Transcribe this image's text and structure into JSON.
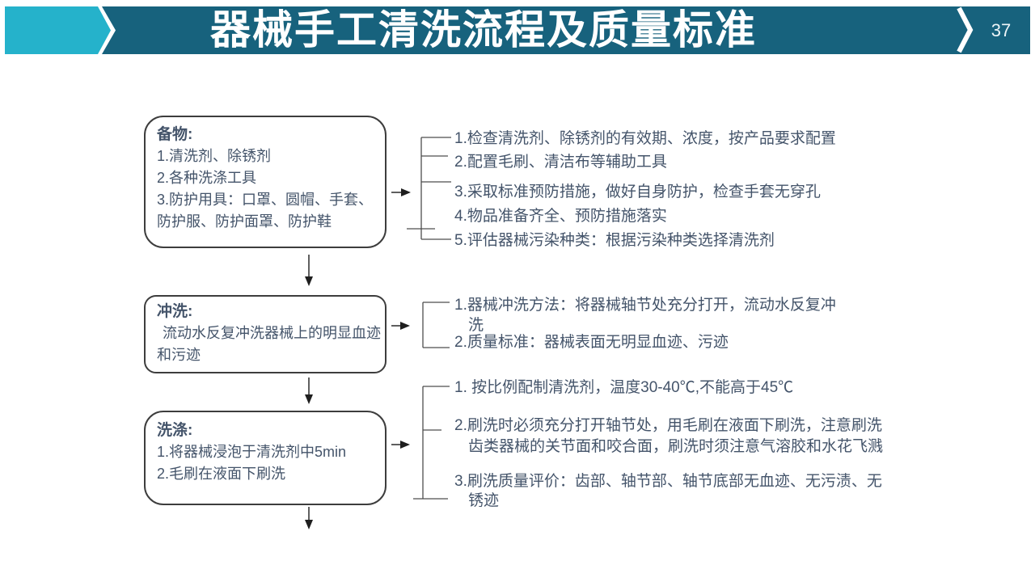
{
  "header": {
    "title": "器械手工清洗流程及质量标准",
    "page_number": "37",
    "colors": {
      "accent_light_teal": "#25B2CB",
      "accent_dark_teal": "#17627D",
      "title_text": "#FFFFFF"
    }
  },
  "flow": {
    "text_color": "#44546A",
    "steps": [
      {
        "title": "备物:",
        "body": "1.清洗剂、除锈剂\n2.各种洗涤工具\n3.防护用具：口罩、圆帽、手套、\n防护服、防护面罩、防护鞋",
        "notes": [
          "1.检查清洗剂、除锈剂的有效期、浓度，按产品要求配置",
          "2.配置毛刷、清洁布等辅助工具",
          "3.采取标准预防措施，做好自身防护，检查手套无穿孔",
          "4.物品准备齐全、预防措施落实",
          "5.评估器械污染种类：根据污染种类选择清洗剂"
        ]
      },
      {
        "title": "冲洗:",
        "body": "流动水反复冲洗器械上的明显血迹\n和污迹",
        "notes": [
          "1.器械冲洗方法：将器械轴节处充分打开，流动水反复冲\n洗",
          "2.质量标准：器械表面无明显血迹、污迹"
        ]
      },
      {
        "title": "洗涤:",
        "body": "1.将器械浸泡于清洗剂中5min\n2.毛刷在液面下刷洗",
        "notes": [
          "1. 按比例配制清洗剂，温度30-40℃,不能高于45℃",
          "2.刷洗时必须充分打开轴节处，用毛刷在液面下刷洗，注意刷洗\n齿类器械的关节面和咬合面，刷洗时须注意气溶胶和水花飞溅",
          "3.刷洗质量评价：齿部、轴节部、轴节底部无血迹、无污渍、无\n锈迹"
        ]
      }
    ]
  }
}
